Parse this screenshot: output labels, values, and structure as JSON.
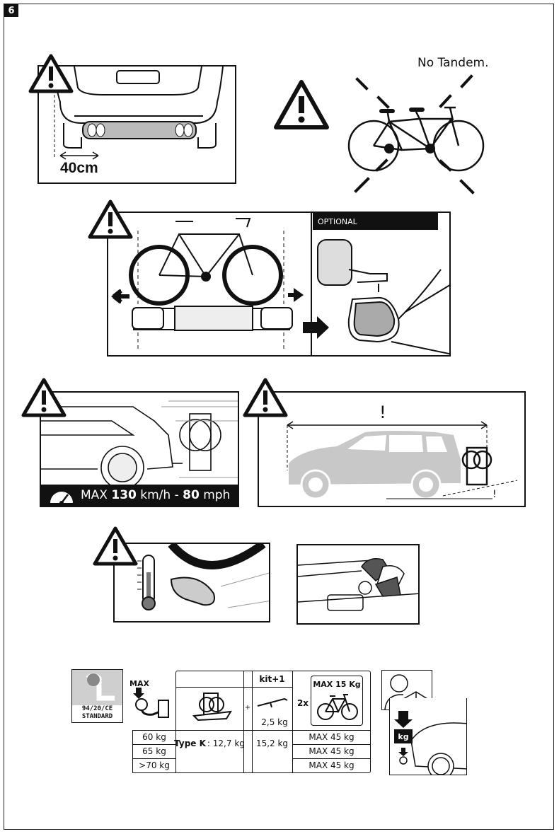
{
  "page": {
    "number": "6"
  },
  "panel_bumper": {
    "distance_label": "40cm"
  },
  "panel_tandem": {
    "caption": "No Tandem."
  },
  "panel_mirror": {
    "optional_label": "OPTIONAL"
  },
  "panel_speed": {
    "max_label": "MAX",
    "kmh_value": "130",
    "kmh_unit": "km/h -",
    "mph_value": "80",
    "mph_unit": "mph"
  },
  "panel_length": {
    "top_mark": "!",
    "bottom_mark": "!"
  },
  "table": {
    "norm_badge": {
      "line1": "94/20/CE",
      "line2": "STANDARD"
    },
    "max_label": "MAX",
    "kit_header": "kit+1",
    "kit_weight": "2,5 kg",
    "times_label": "2x",
    "bike_max": "MAX 15 Kg",
    "ball_loads": [
      "60 kg",
      "65 kg",
      ">70 kg"
    ],
    "type_label": "Type K",
    "type_weight": ": 12,7 kg",
    "plus_weight": "15,2 kg",
    "max_loads": [
      "MAX 45 kg",
      "MAX 45 kg",
      "MAX 45 kg"
    ],
    "kg_label": "kg"
  }
}
